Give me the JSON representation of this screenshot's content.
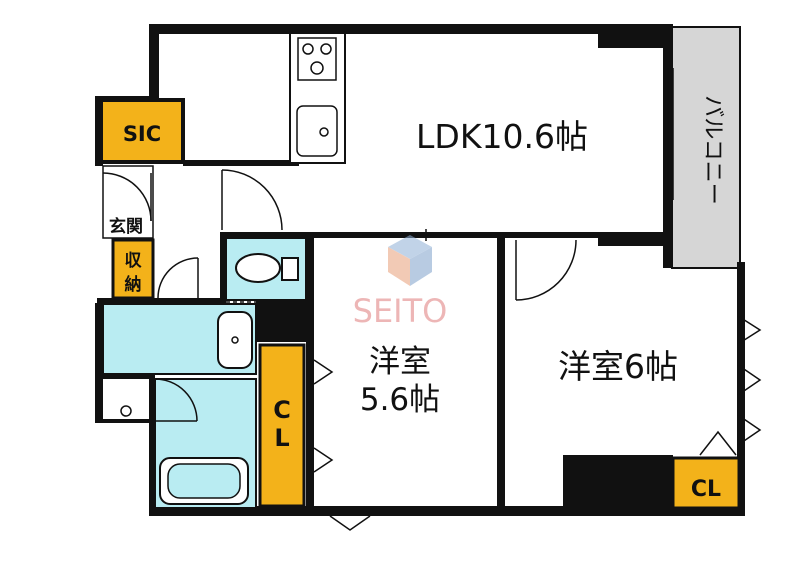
{
  "floorplan": {
    "rooms": {
      "ldk": "LDK10.6帖",
      "western_a_line1": "洋室",
      "western_a_line2": "5.6帖",
      "western_b": "洋室6帖",
      "balcony": "バルコニー",
      "entrance": "玄関",
      "storage_line1": "収",
      "storage_line2": "納"
    },
    "closets": {
      "sic": "SIC",
      "cl_vertical_line1": "C",
      "cl_vertical_line2": "L",
      "cl_corner": "CL"
    },
    "watermark": {
      "brand": "SEITO"
    },
    "colors": {
      "wall": "#111111",
      "closet": "#f3b21a",
      "wet_area": "#b9ecf2",
      "balcony": "#d6d6d6",
      "floor": "#ffffff"
    }
  }
}
